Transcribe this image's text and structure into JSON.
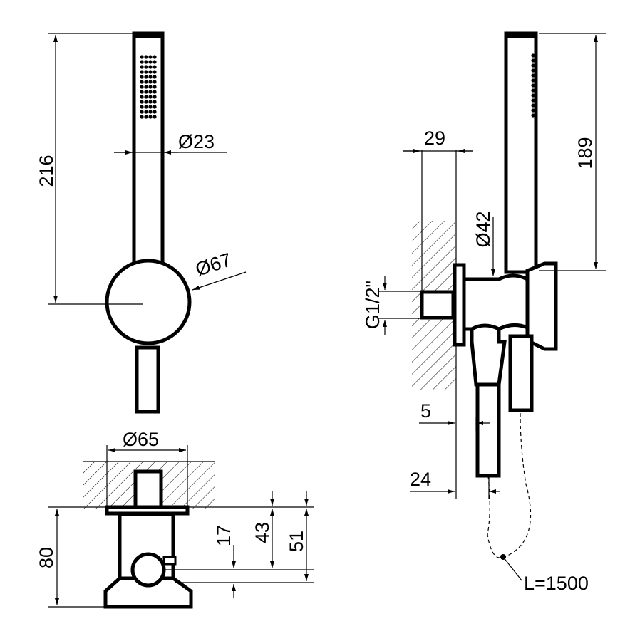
{
  "front_view": {
    "height_label": "216",
    "handle_diameter_label": "Ø23",
    "body_diameter_label": "Ø67"
  },
  "top_view": {
    "flange_diameter_label": "Ø65",
    "depth_label": "80",
    "dim_17": "17",
    "dim_43": "43",
    "dim_51": "51"
  },
  "side_view": {
    "dim_29": "29",
    "dim_189": "189",
    "dim_42": "Ø42",
    "thread_label": "G1/2\"",
    "dim_5": "5",
    "dim_24": "24",
    "hose_length_label": "L=1500"
  }
}
